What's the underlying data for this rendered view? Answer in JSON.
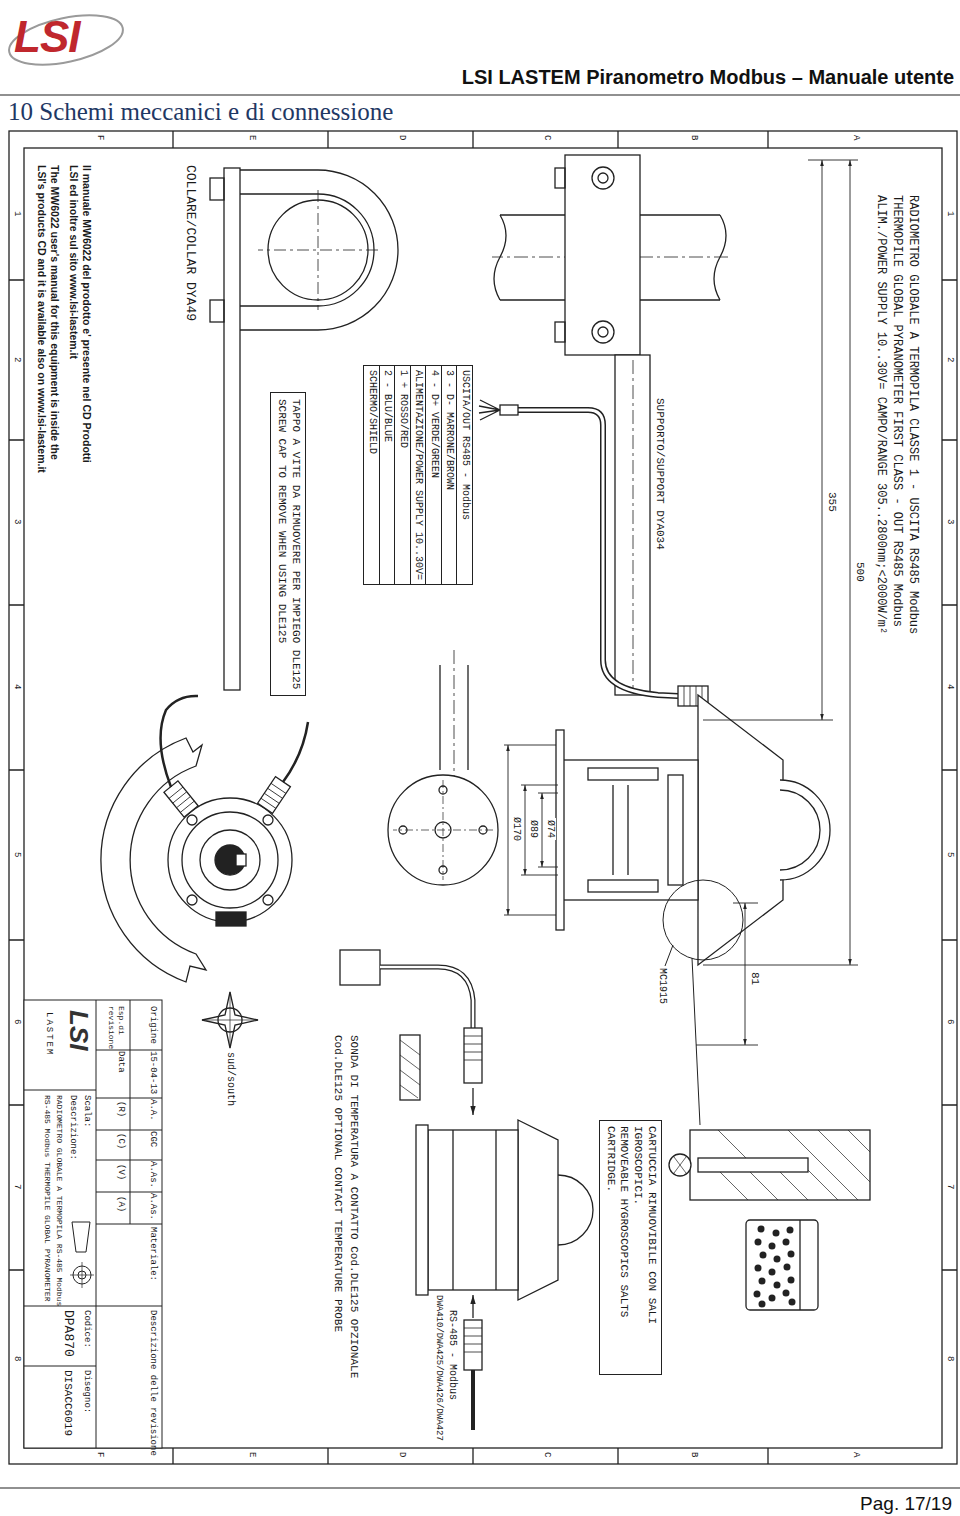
{
  "diagram": {
    "title": "10 Schemi meccanici e di connessione",
    "nodes": [
      {
        "text": [
          "USCITA/OUT RS485 - Modbus",
          "3 - D- MARRONE/BROWN",
          "4 - D+ VERDE/GREEN",
          "ALIMENTAZIONE/POWER SUPPLY 10..30V=",
          "1 + ROSSO/RED",
          "2 - BLU/BLUE",
          "SCHERMO/SHIELD"
        ]
      },
      {
        "text": [
          "TAPPO A VITE DA RIMUOVERE PER IMPIEGO DLE125",
          "SCREW CAP TO REMOVE WHEN USING DLE125"
        ]
      },
      {
        "text": [
          "CARTUCCIA RIMUOVIBILE CON SALI IGROSCOPICI.",
          "REMOVEABLE HYGROSCOPICS SALTS CARTRIDGE."
        ]
      }
    ],
    "labels": [
      "LSI LASTEM Piranometro Modbus – Manuale utente",
      "LSI",
      "Pag. 17/19",
      "RADIOMETRO GLOBALE A TERMOPILA CLASSE 1 - USCITA RS485 Modbus",
      "THERMOPILE GLOBAL PYRANOMETER FIRST CLASS - OUT RS485 Modbus",
      "ALIM./POWER SUPPLY 10..30V= CAMPO/RANGE 305..2800nm;<2000W/m²",
      "SUPPORTO/SUPPORT DYA034",
      "355",
      "500",
      "Ø74",
      "Ø89",
      "Ø170",
      "MC1915",
      "81",
      "COLLARE/COLLAR DYA49",
      "Il manuale MW6022 del prodotto e' presente nel CD Prodotti LSI ed inoltre sul sito www.lsi-lastem.it",
      "The MW6022 user's manual for this equipment is inside the LSI's products CD and it is available also on www.lsi-lastem.it",
      "sud/south",
      "SONDA DI TEMPERATURA A CONTATTO Cod.DLE125 OPZIONALE",
      "Cod.DLE125 OPTIONAL CONTACT TEMPERATURE PROBE",
      "RS-485 - Modbus",
      "DWA410/DWA425/DWA426/DWA427",
      "Origine",
      "15-04-13",
      "A.A.",
      "CGC",
      "A.As.",
      "A.As.",
      "Esp.di revisione",
      "Data",
      "(R)",
      "(C)",
      "(V)",
      "(A)",
      "Materiale:",
      "Descrizione delle revisione",
      "LSI",
      "LASTEM",
      "Descrizione:",
      "RADIOMETRO GLOBALE A TERMOPILA RS-485 Modbus",
      "RS-485 Modbus THERMOPILE GLOBAL PYRANOMETER",
      "Scala:",
      "Codice:",
      "DPA870",
      "Disegno:",
      "DISACC6019",
      "1",
      "2",
      "3",
      "4",
      "5",
      "6",
      "7",
      "8",
      "1",
      "2",
      "3",
      "4",
      "5",
      "6",
      "7",
      "8",
      "A",
      "B",
      "C",
      "D",
      "E",
      "F",
      "A",
      "B",
      "C",
      "D",
      "E",
      "F"
    ]
  }
}
